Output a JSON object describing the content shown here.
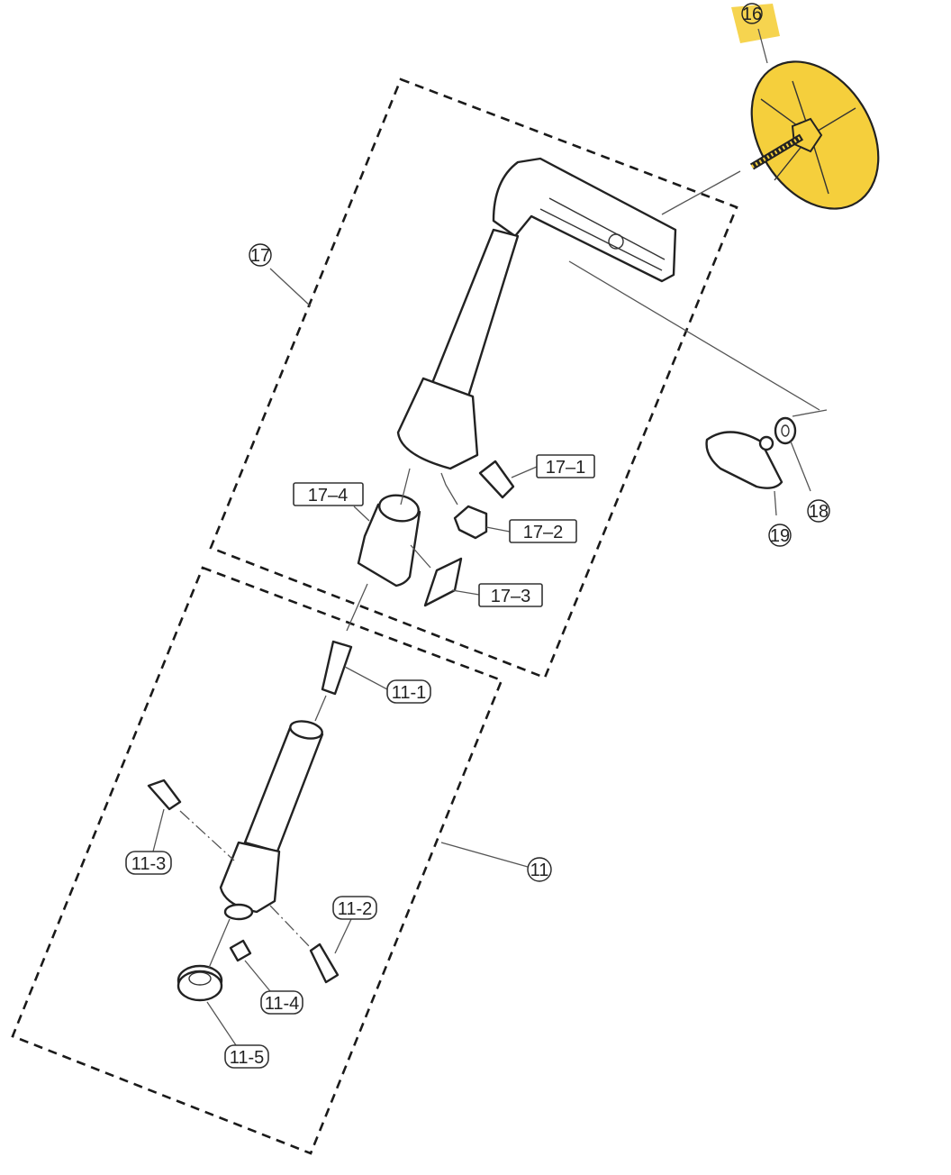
{
  "diagram": {
    "highlight_color": "#f5cf3c",
    "labels": {
      "p16": "16",
      "p17": "17",
      "p18": "18",
      "p19": "19",
      "p11": "11",
      "p17_1": "17–1",
      "p17_2": "17–2",
      "p17_3": "17–3",
      "p17_4": "17–4",
      "p11_1": "11-1",
      "p11_2": "11-2",
      "p11_3": "11-3",
      "p11_4": "11-4",
      "p11_5": "11-5"
    }
  }
}
